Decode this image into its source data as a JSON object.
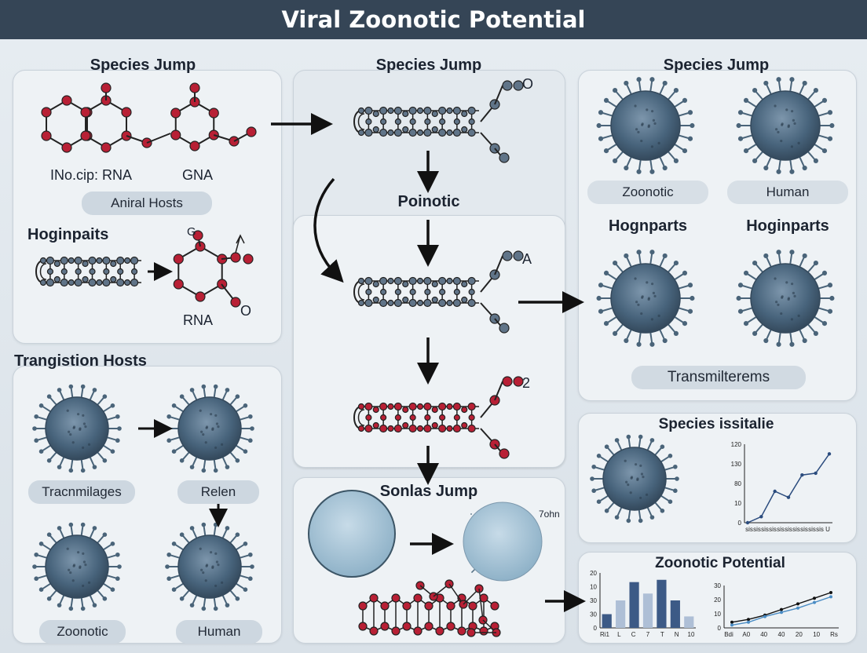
{
  "title": "Viral Zoonotic Potential",
  "panel_left_top": {
    "heading": "Species Jump",
    "molecule_label": "INo.cip: RNA",
    "molecule_label_2": "GNA",
    "pill": "Aniral Hosts",
    "sub_heading": "Hoginpaits",
    "ring_top_label": "G",
    "rna_label": "RNA",
    "rna_suffix": "O"
  },
  "panel_left_bottom": {
    "heading": "Trangistion Hosts",
    "pill_1": "Tracnmilages",
    "pill_2": "Relen",
    "pill_3": "Zoonotic",
    "pill_4": "Human"
  },
  "panel_center": {
    "heading": "Species Jump",
    "chain_1_label": "O",
    "middle_label": "Poinotic",
    "chain_2_label": "A",
    "chain_3_label": "2",
    "bottom_heading": "Sonlas Jump",
    "bottom_label": "7ohn"
  },
  "panel_right_top": {
    "heading": "Species Jump",
    "pill_1": "Zoonotic",
    "pill_2": "Human",
    "label_1": "Hognparts",
    "label_2": "Hoginparts",
    "pill_3": "Transmilterems"
  },
  "panel_right_mid": {
    "heading": "Species issitalie"
  },
  "panel_right_bottom": {
    "heading": "Zoonotic Potential"
  },
  "colors": {
    "header": "#354556",
    "virus": "#4f6d85",
    "atom_red": "#b82035",
    "atom_gray": "#607488"
  },
  "chart_data": [
    {
      "type": "line",
      "y_ticks": [
        "120",
        "130",
        "80",
        "10",
        "0"
      ],
      "x_ticks": [
        "sis",
        "sis",
        "sis",
        "sis",
        "sis",
        "sis",
        "sis",
        "sis",
        "sis",
        "sis",
        "U"
      ],
      "x": [
        1,
        2,
        3,
        4,
        5,
        6,
        7
      ],
      "values": [
        0,
        10,
        52,
        42,
        79,
        82,
        114
      ],
      "ylim": [
        0,
        130
      ]
    },
    {
      "type": "bar",
      "categories": [
        "Ri1",
        "L",
        "C",
        "7",
        "T",
        "N",
        "10"
      ],
      "y_ticks": [
        "20",
        "10",
        "30",
        "30",
        "0"
      ],
      "values": [
        6,
        12,
        20,
        15,
        21,
        12,
        5
      ],
      "colors": [
        "#3c5a86",
        "#aebfd6",
        "#3c5a86",
        "#aebfd6",
        "#3c5a86",
        "#3c5a86",
        "#aebfd6"
      ],
      "ylim": [
        0,
        24
      ]
    },
    {
      "type": "line",
      "y_ticks": [
        "30",
        "20",
        "10",
        "0"
      ],
      "x_ticks": [
        "Bdi",
        "A0",
        "40",
        "40",
        "20",
        "10",
        "Rs"
      ],
      "series": [
        {
          "values": [
            4,
            6,
            9,
            13,
            17,
            21,
            25
          ],
          "color": "#111111"
        },
        {
          "values": [
            2,
            4,
            8,
            11,
            14,
            18,
            22
          ],
          "color": "#4a8cc4"
        }
      ],
      "ylim": [
        0,
        30
      ]
    }
  ]
}
